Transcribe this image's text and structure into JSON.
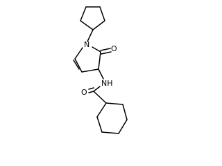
{
  "molecule": {
    "labels": {
      "ring_nitrogen": "N",
      "ketone_oxygen": "O",
      "amide_nitrogen": "NH",
      "amide_oxygen": "O"
    }
  }
}
